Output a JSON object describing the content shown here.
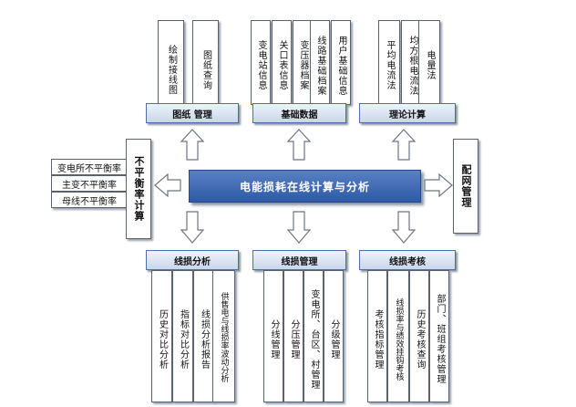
{
  "center": "电能损耗在线计算与分析",
  "top": {
    "tuzhi": {
      "header": "图纸 管理",
      "items": [
        "绘制接线图",
        "图纸查询"
      ]
    },
    "jichu": {
      "header": "基础数据",
      "items": [
        "变电站信息",
        "关口表信息",
        "变压器档案",
        "线路基础档案",
        "用户基础信息"
      ]
    },
    "lilun": {
      "header": "理论计算",
      "items": [
        "平均电流法",
        "均方根电流法",
        "电量法"
      ]
    }
  },
  "left": {
    "title": "不平衡率计算",
    "items": [
      "变电所不平衡率",
      "主变不平衡率",
      "母线不平衡率"
    ]
  },
  "right": {
    "title": "配网管理"
  },
  "bottom": {
    "fenxi": {
      "header": "线损分析",
      "items": [
        "历史对比分析",
        "指标对比分析",
        "线损分析报告",
        "供售电与线损率波动分析"
      ]
    },
    "guanli": {
      "header": "线损管理",
      "items": [
        "分线管理",
        "分压管理",
        "变电所、台区、村管理",
        "分级管理"
      ]
    },
    "kaohe": {
      "header": "线损考核",
      "items": [
        "考核指标管理",
        "线损率与绩效挂钩考核",
        "历史考核查询",
        "部门、班组考核管理"
      ]
    }
  }
}
